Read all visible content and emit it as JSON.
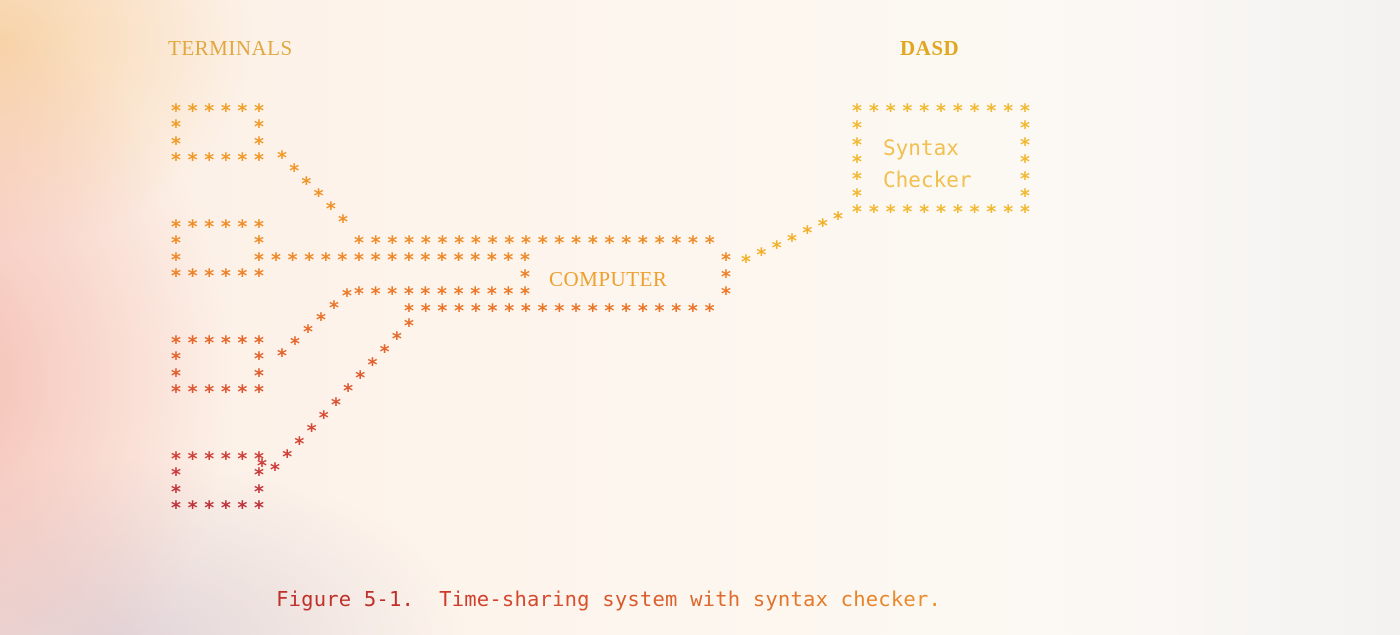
{
  "figure": {
    "caption": {
      "number": "Figure 5-1.",
      "text": "Time-sharing system with syntax checker.",
      "color_start": "#c0302a",
      "color_end": "#e88a2a"
    },
    "labels": {
      "terminals": "TERMINALS",
      "dasd": "DASD",
      "computer": "COMPUTER",
      "syntax_checker_line1": "Syntax",
      "syntax_checker_line2": "Checker"
    },
    "glyph": "*",
    "colors": {
      "yellow": "#f0b020",
      "orange": "#ef8a22",
      "deep_orange": "#e8662a",
      "red": "#cc3b3b",
      "terminals_label": "#e0a840",
      "dasd_label": "#e0a820",
      "computer_label": "#eea030",
      "syntax_label": "#f0c050"
    },
    "nodes": [
      {
        "id": "terminal-1",
        "type": "terminal",
        "label": ""
      },
      {
        "id": "terminal-2",
        "type": "terminal",
        "label": ""
      },
      {
        "id": "terminal-3",
        "type": "terminal",
        "label": ""
      },
      {
        "id": "terminal-4",
        "type": "terminal",
        "label": ""
      },
      {
        "id": "computer",
        "type": "computer",
        "label": "COMPUTER"
      },
      {
        "id": "syntax-checker",
        "type": "dasd",
        "label": "Syntax Checker"
      }
    ],
    "edges": [
      {
        "from": "terminal-1",
        "to": "computer"
      },
      {
        "from": "terminal-2",
        "to": "computer"
      },
      {
        "from": "terminal-3",
        "to": "computer"
      },
      {
        "from": "terminal-4",
        "to": "computer"
      },
      {
        "from": "computer",
        "to": "syntax-checker"
      }
    ]
  }
}
